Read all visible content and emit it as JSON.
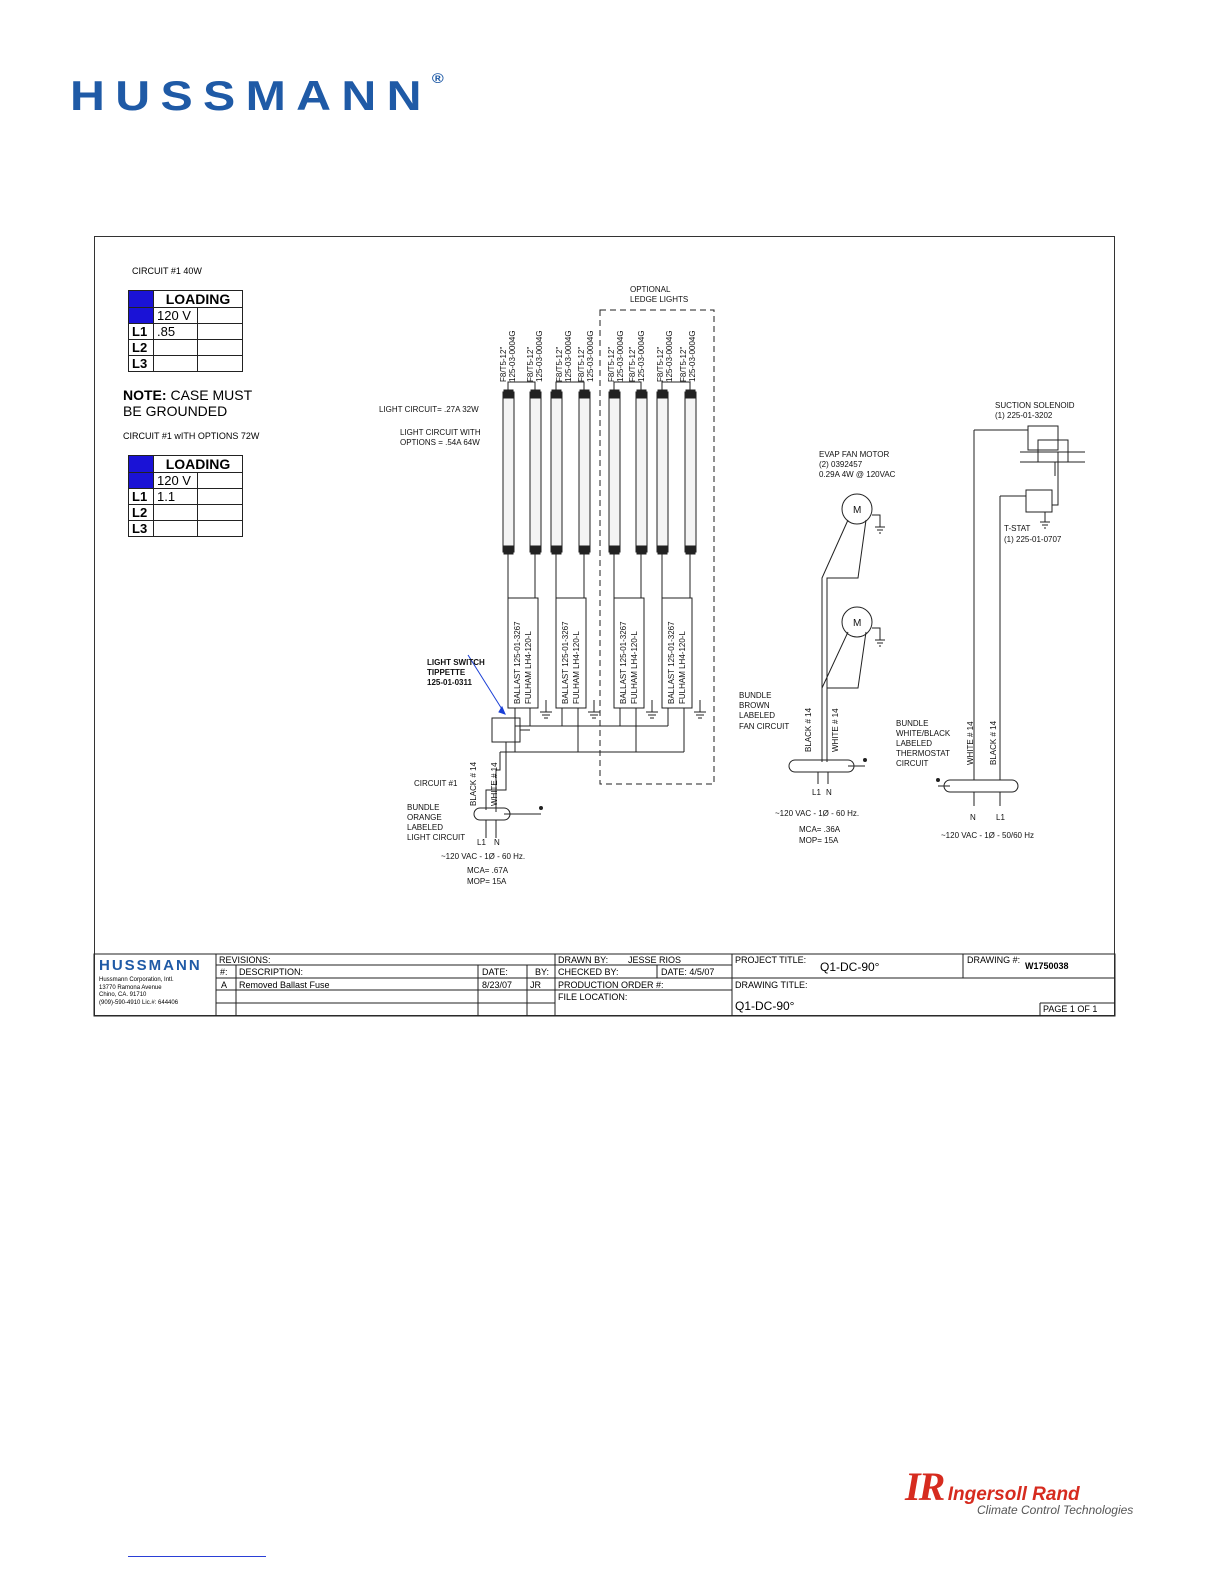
{
  "header": {
    "brand": "HUSSMANN",
    "registered": "®"
  },
  "loading_tables": [
    {
      "circuit": "CIRCUIT #1 40W",
      "header": "LOADING",
      "voltage": "120 V",
      "rows": [
        {
          "label": "L1",
          "value": ".85"
        },
        {
          "label": "L2",
          "value": ""
        },
        {
          "label": "L3",
          "value": ""
        }
      ]
    },
    {
      "circuit": "CIRCUIT #1 wITH OPTIONS 72W",
      "header": "LOADING",
      "voltage": "120 V",
      "rows": [
        {
          "label": "L1",
          "value": "1.1"
        },
        {
          "label": "L2",
          "value": ""
        },
        {
          "label": "L3",
          "value": ""
        }
      ]
    }
  ],
  "note": {
    "prefix": "NOTE:",
    "line1": " CASE MUST",
    "line2": "BE GROUNDED"
  },
  "diagram": {
    "optional_line1": "OPTIONAL",
    "optional_line2": "LEDGE LIGHTS",
    "lamp_label1": "F8/T5-12\"",
    "lamp_label2": "125-03-0004G",
    "light_circuit": "LIGHT CIRCUIT= .27A 32W",
    "light_options1": "LIGHT CIRCUIT WITH",
    "light_options2": "OPTIONS = .54A 64W",
    "ballast1": "BALLAST 125-01-3267",
    "ballast2": "FULHAM LH4-120-L",
    "switch1": "LIGHT SWITCH",
    "switch2": "TIPPETTE",
    "switch3": "125-01-0311",
    "circuit1": "CIRCUIT #1",
    "black14": "BLACK # 14",
    "white14": "WHITE # 14",
    "bundle_orange": [
      "BUNDLE",
      "ORANGE",
      "LABELED",
      "LIGHT CIRCUIT"
    ],
    "l1": "L1",
    "n": "N",
    "light_supply": "~120 VAC - 1Ø - 60 Hz.",
    "light_mca": "MCA= .67A",
    "light_mop": "MOP= 15A",
    "evap1": "EVAP FAN MOTOR",
    "evap2": "(2) 0392457",
    "evap3": "0.29A 4W @ 120VAC",
    "motor": "M",
    "bundle_brown": [
      "BUNDLE",
      "BROWN",
      "LABELED",
      "FAN CIRCUIT"
    ],
    "fan_supply": "~120 VAC - 1Ø - 60 Hz.",
    "fan_mca": "MCA= .36A",
    "fan_mop": "MOP= 15A",
    "suction1": "SUCTION SOLENOID",
    "suction2": "(1) 225-01-3202",
    "tstat1": "T-STAT",
    "tstat2": "(1) 225-01-0707",
    "bundle_white": [
      "BUNDLE",
      "WHITE/BLACK",
      "LABELED",
      "THERMOSTAT",
      "CIRCUIT"
    ],
    "tstat_supply": "~120 VAC - 1Ø - 50/60 Hz"
  },
  "title_block": {
    "company": "HUSSMANN",
    "address": [
      "Hussmann Corporation, Intl.",
      "13770 Ramona Avenue",
      "Chino, CA. 91710",
      "(909)-590-4910    Lic.#: 644406"
    ],
    "revisions": "REVISIONS:",
    "col_num": "#:",
    "col_desc": "DESCRIPTION:",
    "col_date": "DATE:",
    "col_by": "BY:",
    "rev_num": "A",
    "rev_desc": "Removed Ballast Fuse",
    "rev_date": "8/23/07",
    "rev_by": "JR",
    "drawn_by_label": "DRAWN BY:",
    "drawn_by": "JESSE RIOS",
    "checked_by": "CHECKED BY:",
    "checked_date": "DATE: 4/5/07",
    "production_order": "PRODUCTION ORDER #:",
    "file_location": "FILE LOCATION:",
    "project_title_label": "PROJECT TITLE:",
    "project_title": "Q1-DC-90°",
    "drawing_num_label": "DRAWING #:",
    "drawing_num": "W1750038",
    "drawing_title_label": "DRAWING TITLE:",
    "drawing_title": "Q1-DC-90°",
    "page": "PAGE 1 OF 1"
  },
  "footer": {
    "ir_mark": "IR",
    "ir_name": "Ingersoll Rand",
    "ir_sub": "Climate Control Technologies"
  }
}
